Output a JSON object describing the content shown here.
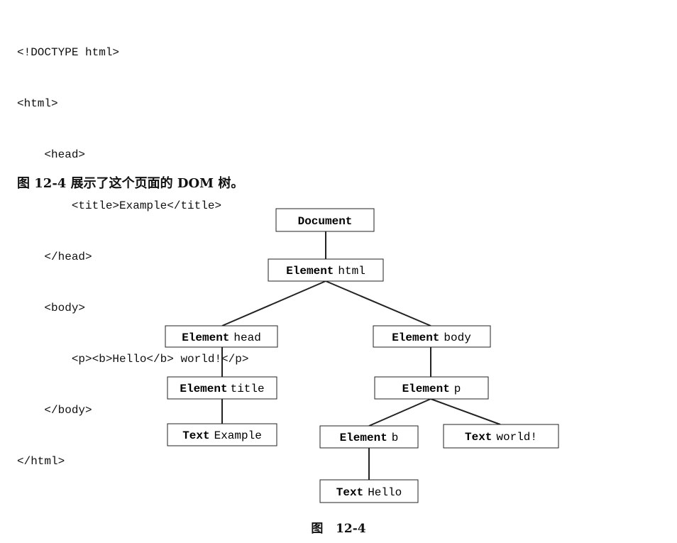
{
  "code_lines": [
    "<!DOCTYPE html>",
    "<html>",
    "    <head>",
    "        <title>Example</title>",
    "    </head>",
    "    <body>",
    "        <p><b>Hello</b> world!</p>",
    "    </body>",
    "</html>"
  ],
  "intro_text": "图 12-4 展示了这个页面的 DOM 树。",
  "tree": {
    "document": {
      "kind": "Document",
      "name": ""
    },
    "html": {
      "kind": "Element",
      "name": "html"
    },
    "head": {
      "kind": "Element",
      "name": "head"
    },
    "body": {
      "kind": "Element",
      "name": "body"
    },
    "title": {
      "kind": "Element",
      "name": "title"
    },
    "p": {
      "kind": "Element",
      "name": "p"
    },
    "text_example": {
      "kind": "Text",
      "name": "Example"
    },
    "b": {
      "kind": "Element",
      "name": "b"
    },
    "text_world": {
      "kind": "Text",
      "name": "world!"
    },
    "text_hello": {
      "kind": "Text",
      "name": "Hello"
    }
  },
  "figure_caption": "图   12-4"
}
